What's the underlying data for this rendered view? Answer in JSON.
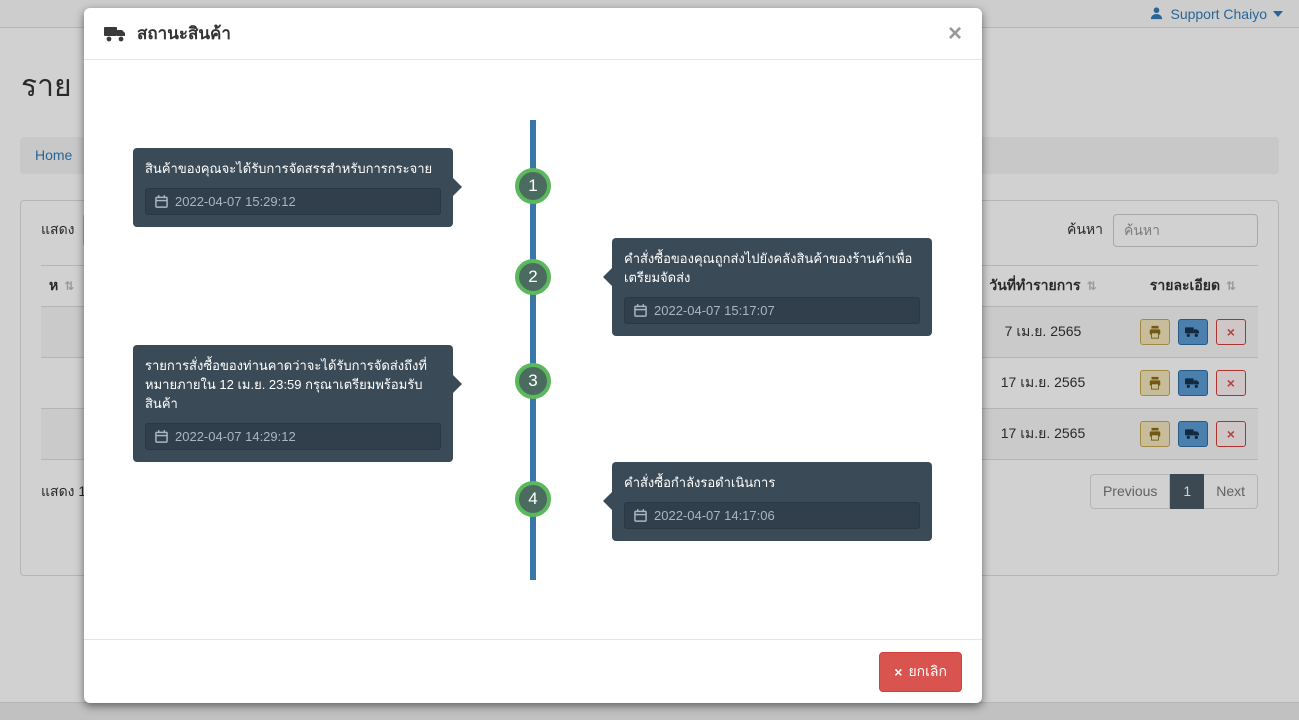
{
  "colors": {
    "accent_blue": "#337ab7",
    "danger_red": "#d9534f",
    "success_green": "#5cb85c",
    "timeline_line_blue": "#3878a8",
    "tooltip_dark": "#3a4a57"
  },
  "icons": {
    "sort": "⇅",
    "close": "×",
    "cancel_x": "×",
    "delete_x": "×"
  },
  "page": {
    "support_label": "Support Chaiyo",
    "heading": "ราย",
    "breadcrumb_home": "Home",
    "show_label": "แสดง",
    "search_label": "ค้นหา",
    "search_placeholder": "ค้นหา",
    "table": {
      "header_partial": "ห",
      "date_header": "วันที่ทำรายการ",
      "detail_header": "รายละเอียด",
      "rows": [
        {
          "date": "7 เม.ย. 2565"
        },
        {
          "date": "17 เม.ย. 2565"
        },
        {
          "date": "17 เม.ย. 2565"
        }
      ]
    },
    "showing_text": "แสดง 1",
    "pagination": {
      "previous": "Previous",
      "current": "1",
      "next": "Next"
    }
  },
  "modal": {
    "title": "สถานะสินค้า",
    "cancel_label": "ยกเลิก",
    "steps": [
      {
        "num": "1",
        "side": "left",
        "text": "สินค้าของคุณจะได้รับการจัดสรรสำหรับการกระจาย",
        "timestamp": "2022-04-07 15:29:12"
      },
      {
        "num": "2",
        "side": "right",
        "text": "คำสั่งซื้อของคุณถูกส่งไปยังคลังสินค้าของร้านค้าเพื่อเตรียมจัดส่ง",
        "timestamp": "2022-04-07 15:17:07"
      },
      {
        "num": "3",
        "side": "left",
        "text": "รายการสั่งซื้อของท่านคาดว่าจะได้รับการจัดส่งถึงที่หมายภายใน 12 เม.ย. 23:59 กรุณาเตรียมพร้อมรับสินค้า",
        "timestamp": "2022-04-07 14:29:12"
      },
      {
        "num": "4",
        "side": "right",
        "text": "คำสั่งซื้อกำลังรอดำเนินการ",
        "timestamp": "2022-04-07 14:17:06"
      }
    ]
  }
}
